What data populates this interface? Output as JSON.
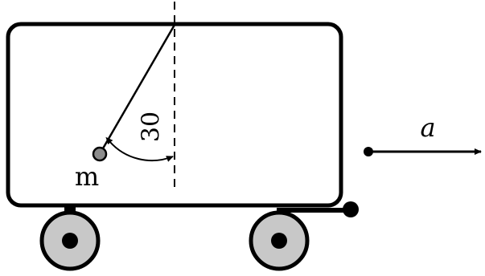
{
  "labels": {
    "mass": "m",
    "angle": "30",
    "acceleration": "a"
  },
  "colors": {
    "stroke": "#000000",
    "wheel_fill": "#c8c8c8",
    "bob_fill": "#8c8c8c",
    "background": "#ffffff"
  },
  "physics": {
    "pendulum_angle_deg": 30
  }
}
